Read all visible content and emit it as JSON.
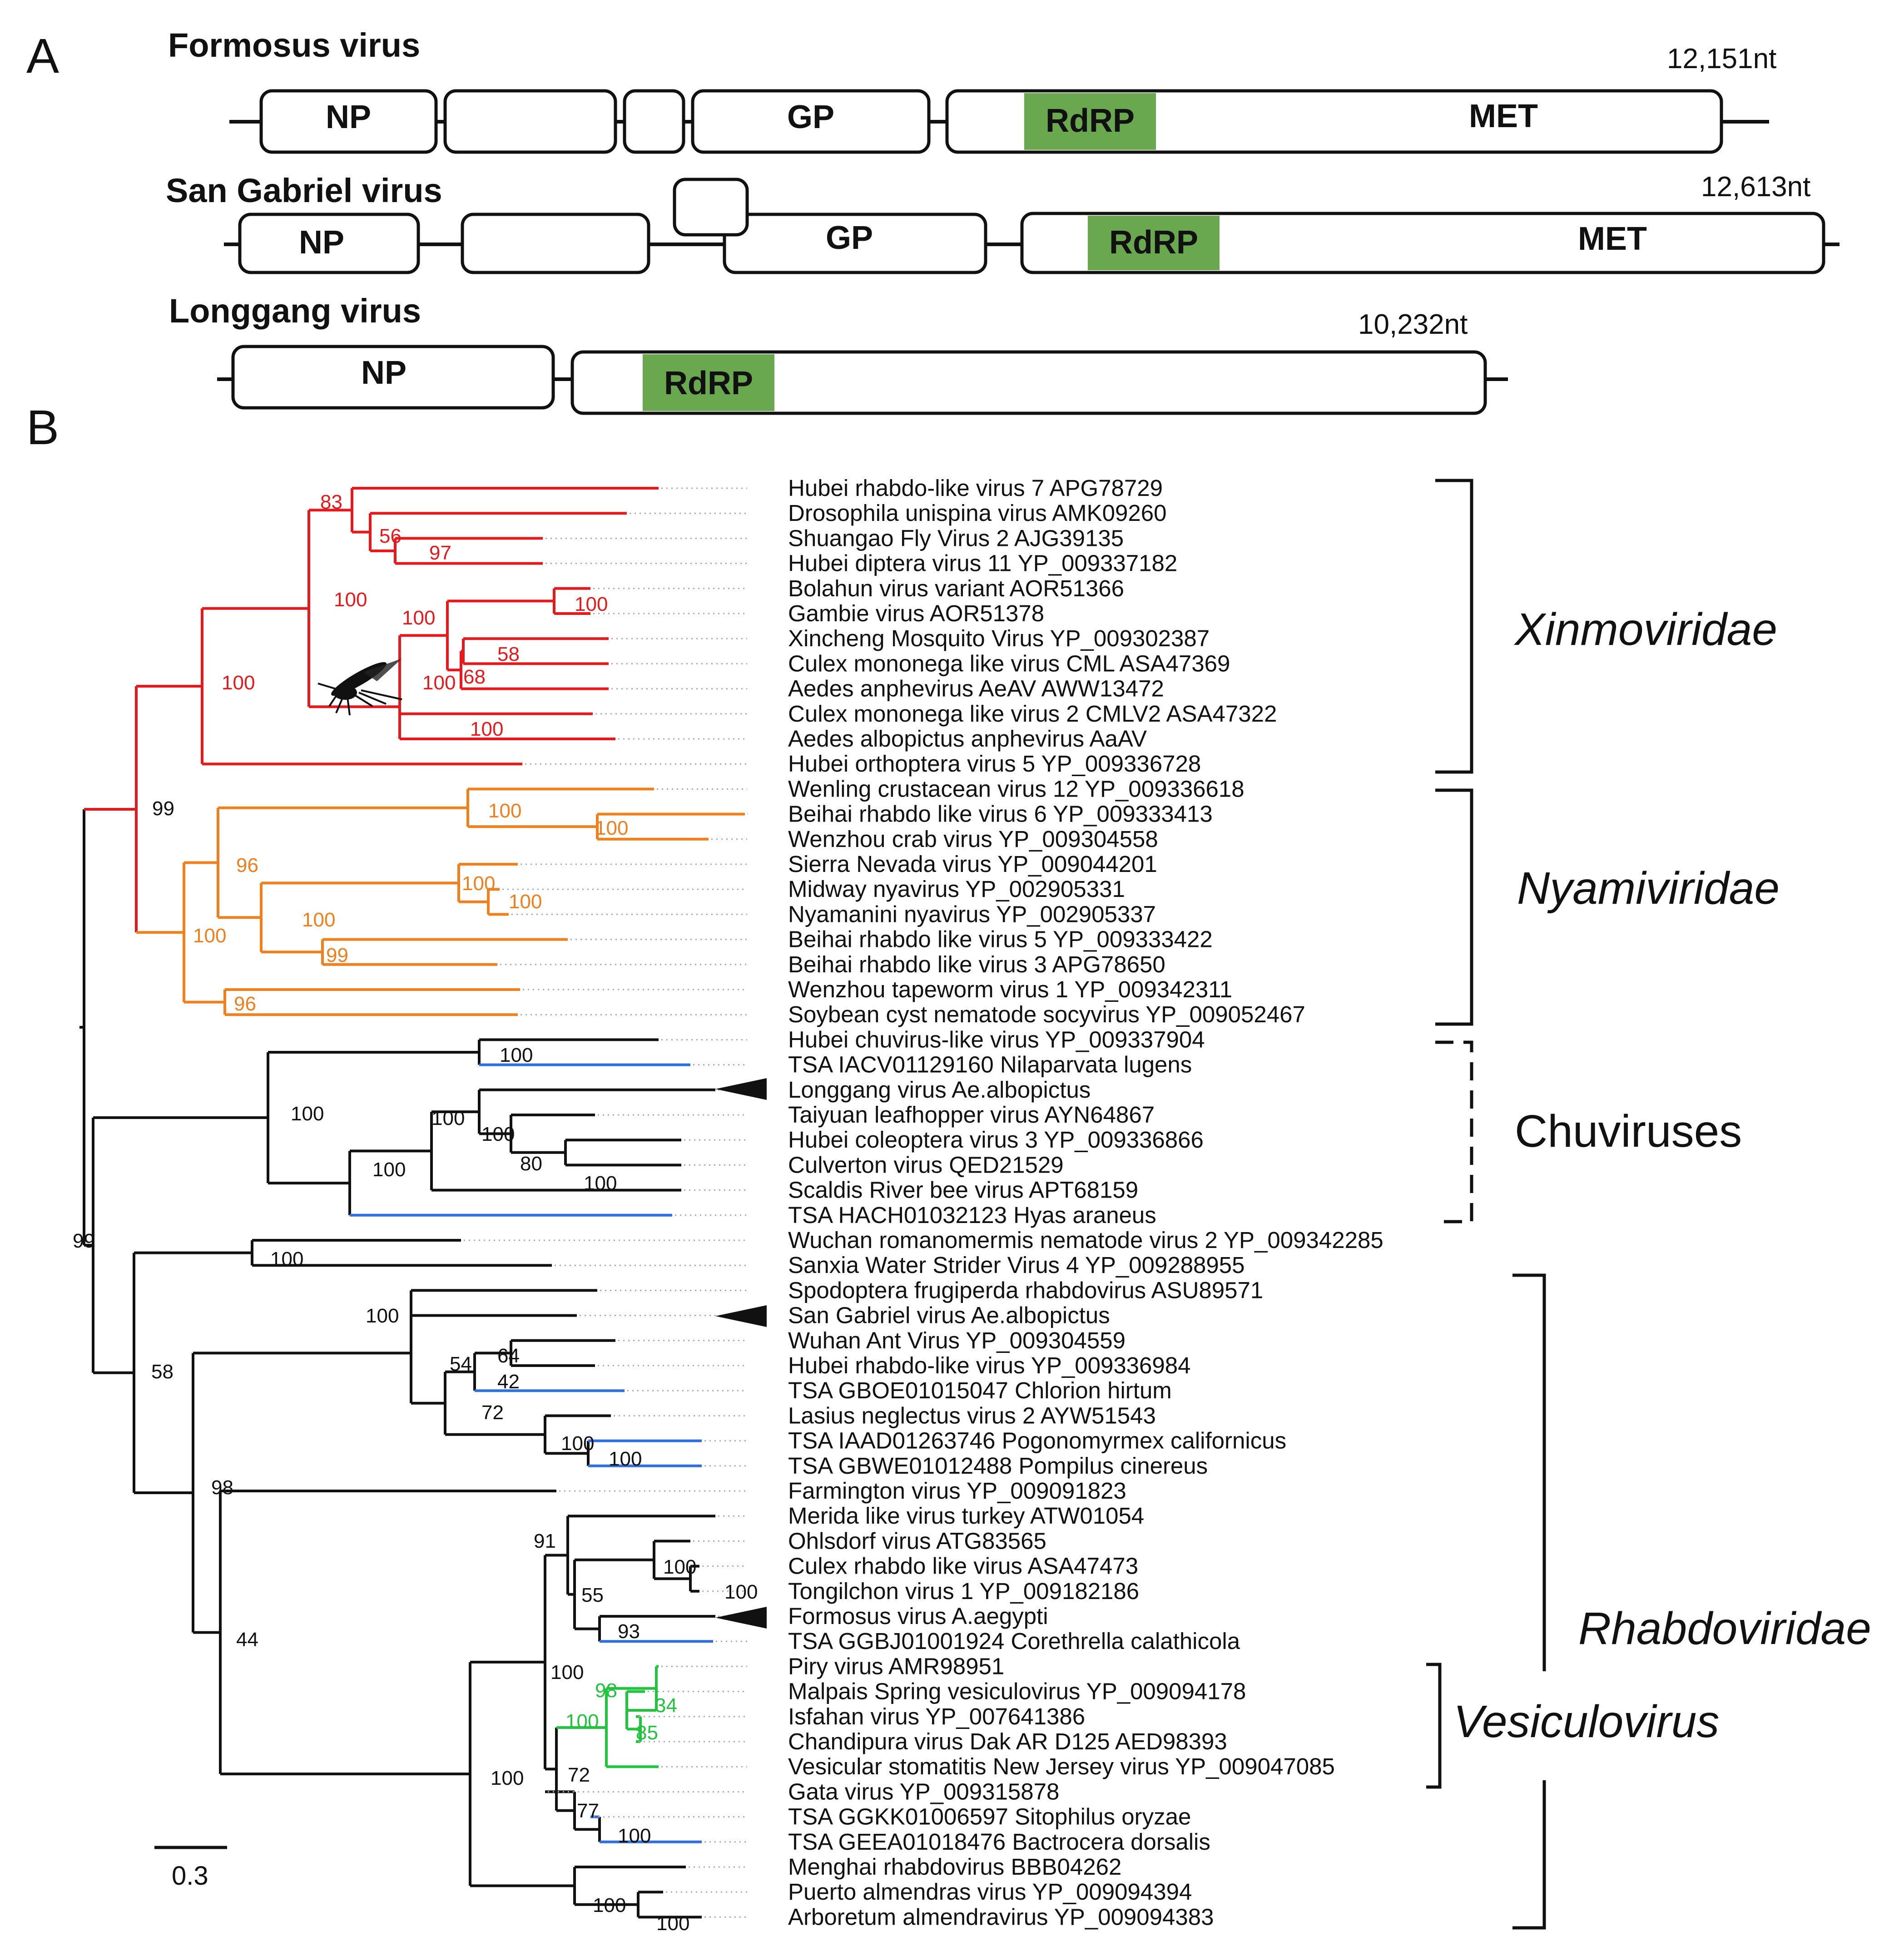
{
  "panel_a": {
    "label": "A",
    "genomes": [
      {
        "name": "Formosus virus",
        "length": "12,151nt",
        "genes": [
          {
            "label": "NP"
          },
          {
            "label": ""
          },
          {
            "label": ""
          },
          {
            "label": "GP"
          },
          {
            "label": "MET",
            "rdrp": "RdRP"
          }
        ]
      },
      {
        "name": "San Gabriel virus",
        "length": "12,613nt",
        "genes": [
          {
            "label": "NP"
          },
          {
            "label": ""
          },
          {
            "label": ""
          },
          {
            "label": "GP"
          },
          {
            "label": "MET",
            "rdrp": "RdRP"
          }
        ]
      },
      {
        "name": "Longgang virus",
        "length": "10,232nt",
        "genes": [
          {
            "label": "NP"
          },
          {
            "label": "",
            "rdrp": "RdRP"
          }
        ]
      }
    ]
  },
  "panel_b": {
    "label": "B",
    "scale_bar": "0.3",
    "colors": {
      "xinmoviridae": "#e8191c",
      "nyamiviridae": "#f07f1c",
      "tsa": "#2f6fe0",
      "vesiculovirus": "#21c43c",
      "default": "#111111",
      "rdrp": "#6aa84f"
    },
    "taxa": [
      "Hubei rhabdo-like virus 7 APG78729",
      "Drosophila unispina virus AMK09260",
      "Shuangao Fly Virus 2 AJG39135",
      "Hubei diptera virus 11 YP_009337182",
      "Bolahun virus variant AOR51366",
      "Gambie virus AOR51378",
      "Xincheng Mosquito Virus YP_009302387",
      "Culex mononega like virus CML ASA47369",
      "Aedes anphevirus AeAV AWW13472",
      "Culex mononega like virus 2 CMLV2 ASA47322",
      "Aedes albopictus anphevirus AaAV",
      "Hubei orthoptera virus 5 YP_009336728",
      "Wenling crustacean virus 12 YP_009336618",
      "Beihai rhabdo like virus 6 YP_009333413",
      "Wenzhou crab virus YP_009304558",
      "Sierra Nevada virus YP_009044201",
      "Midway nyavirus YP_002905331",
      "Nyamanini nyavirus YP_002905337",
      "Beihai rhabdo like virus 5 YP_009333422",
      "Beihai rhabdo like virus 3 APG78650",
      "Wenzhou tapeworm virus 1 YP_009342311",
      "Soybean cyst nematode socyvirus YP_009052467",
      "Hubei chuvirus-like virus YP_009337904",
      "TSA IACV01129160 Nilaparvata lugens",
      "Longgang virus Ae.albopictus",
      "Taiyuan leafhopper virus AYN64867",
      "Hubei coleoptera virus 3 YP_009336866",
      "Culverton virus QED21529",
      "Scaldis River bee virus APT68159",
      "TSA HACH01032123 Hyas araneus",
      "Wuchan romanomermis nematode virus 2 YP_009342285",
      "Sanxia Water Strider Virus 4 YP_009288955",
      "Spodoptera frugiperda rhabdovirus ASU89571",
      "San Gabriel virus Ae.albopictus",
      "Wuhan Ant Virus YP_009304559",
      "Hubei rhabdo-like virus YP_009336984",
      "TSA GBOE01015047 Chlorion hirtum",
      "Lasius neglectus virus 2 AYW51543",
      "TSA IAAD01263746 Pogonomyrmex californicus",
      "TSA GBWE01012488 Pompilus cinereus",
      "Farmington virus YP_009091823",
      "Merida like virus turkey ATW01054",
      "Ohlsdorf virus ATG83565",
      "Culex rhabdo like virus ASA47473",
      "Tongilchon virus 1 YP_009182186",
      "Formosus virus A.aegypti",
      "TSA GGBJ01001924 Corethrella calathicola",
      "Piry virus AMR98951",
      "Malpais Spring vesiculovirus YP_009094178",
      "Isfahan virus YP_007641386",
      "Chandipura virus Dak AR D125 AED98393",
      "Vesicular stomatitis New Jersey virus YP_009047085",
      "Gata virus YP_009315878",
      "TSA GGKK01006597 Sitophilus oryzae",
      "TSA GEEA01018476 Bactrocera dorsalis",
      "Menghai rhabdovirus BBB04262",
      "Puerto almendras virus YP_009094394",
      "Arboretum almendravirus YP_009094383"
    ],
    "clades": {
      "xinmoviridae": "Xinmoviridae",
      "nyamiviridae": "Nyamiviridae",
      "chuviruses": "Chuviruses",
      "rhabdoviridae": "Rhabdoviridae",
      "vesiculovirus": "Vesiculovirus"
    },
    "bootstrap": [
      {
        "value": "83",
        "color": "red"
      },
      {
        "value": "56",
        "color": "red"
      },
      {
        "value": "97",
        "color": "red"
      },
      {
        "value": "100",
        "color": "red"
      },
      {
        "value": "100",
        "color": "red"
      },
      {
        "value": "100",
        "color": "red"
      },
      {
        "value": "58",
        "color": "red"
      },
      {
        "value": "68",
        "color": "red"
      },
      {
        "value": "100",
        "color": "red"
      },
      {
        "value": "100",
        "color": "red"
      },
      {
        "value": "100",
        "color": "red"
      },
      {
        "value": "99",
        "color": "black"
      },
      {
        "value": "100",
        "color": "orange"
      },
      {
        "value": "100",
        "color": "orange"
      },
      {
        "value": "96",
        "color": "orange"
      },
      {
        "value": "100",
        "color": "orange"
      },
      {
        "value": "100",
        "color": "orange"
      },
      {
        "value": "100",
        "color": "orange"
      },
      {
        "value": "100",
        "color": "orange"
      },
      {
        "value": "99",
        "color": "orange"
      },
      {
        "value": "96",
        "color": "orange"
      },
      {
        "value": "100",
        "color": "black"
      },
      {
        "value": "100",
        "color": "black"
      },
      {
        "value": "100",
        "color": "black"
      },
      {
        "value": "100",
        "color": "black"
      },
      {
        "value": "80",
        "color": "black"
      },
      {
        "value": "100",
        "color": "black"
      },
      {
        "value": "100",
        "color": "black"
      },
      {
        "value": "99",
        "color": "black"
      },
      {
        "value": "100",
        "color": "black"
      },
      {
        "value": "100",
        "color": "black"
      },
      {
        "value": "58",
        "color": "black"
      },
      {
        "value": "54",
        "color": "black"
      },
      {
        "value": "64",
        "color": "black"
      },
      {
        "value": "42",
        "color": "black"
      },
      {
        "value": "72",
        "color": "black"
      },
      {
        "value": "100",
        "color": "black"
      },
      {
        "value": "100",
        "color": "black"
      },
      {
        "value": "98",
        "color": "black"
      },
      {
        "value": "91",
        "color": "black"
      },
      {
        "value": "100",
        "color": "black"
      },
      {
        "value": "100",
        "color": "black"
      },
      {
        "value": "55",
        "color": "black"
      },
      {
        "value": "93",
        "color": "black"
      },
      {
        "value": "44",
        "color": "black"
      },
      {
        "value": "100",
        "color": "black"
      },
      {
        "value": "98",
        "color": "green"
      },
      {
        "value": "34",
        "color": "green"
      },
      {
        "value": "100",
        "color": "green"
      },
      {
        "value": "85",
        "color": "green"
      },
      {
        "value": "72",
        "color": "black"
      },
      {
        "value": "100",
        "color": "black"
      },
      {
        "value": "77",
        "color": "black"
      },
      {
        "value": "100",
        "color": "black"
      },
      {
        "value": "100",
        "color": "black"
      },
      {
        "value": "100",
        "color": "black"
      }
    ]
  }
}
